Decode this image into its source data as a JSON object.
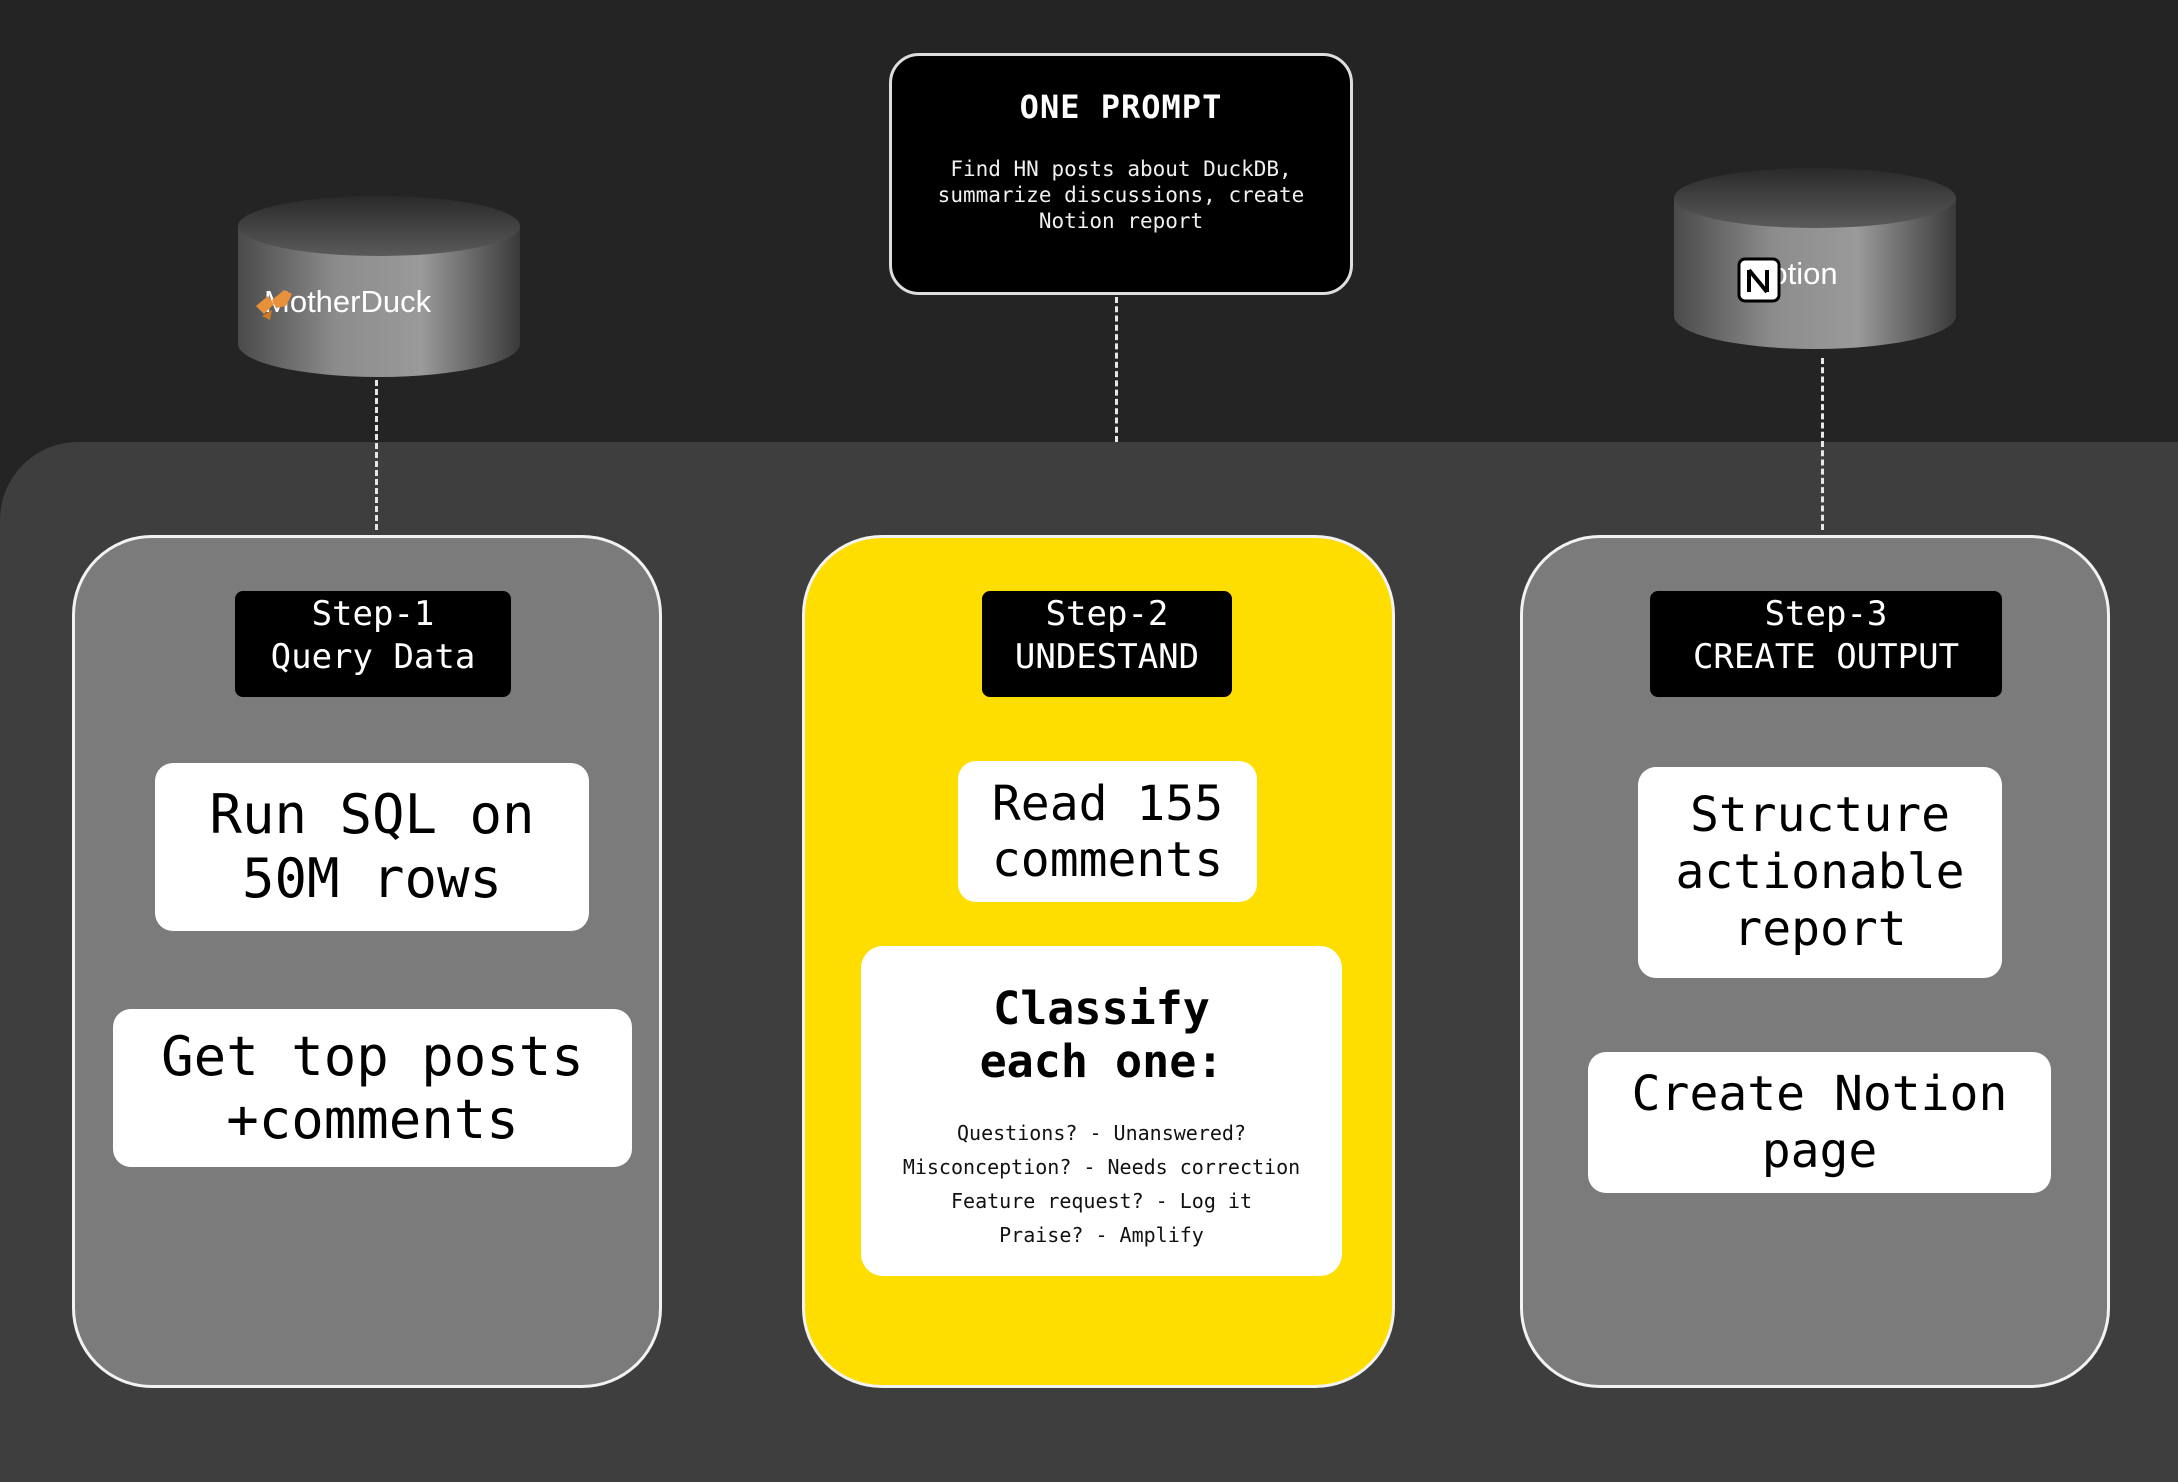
{
  "prompt": {
    "title": "ONE PROMPT",
    "text": "Find HN posts about DuckDB, summarize discussions, create Notion report"
  },
  "sources": {
    "motherduck": {
      "label": "MotherDuck",
      "icon": "motherduck-logo-icon",
      "accent": "#e8913a"
    },
    "notion": {
      "label": "Notion",
      "icon": "notion-logo-icon"
    }
  },
  "steps": [
    {
      "label": "Step-1\nQuery Data",
      "boxes": [
        "Run SQL on\n50M rows",
        "Get top posts\n+comments"
      ]
    },
    {
      "label": "Step-2\nUNDESTAND",
      "box": "Read 155\ncomments",
      "classify": {
        "title": "Classify\neach one:",
        "items": [
          "Questions? - Unanswered?",
          "Misconception? - Needs correction",
          "Feature request? - Log it",
          "Praise? - Amplify"
        ]
      }
    },
    {
      "label": "Step-3\nCREATE OUTPUT",
      "boxes": [
        "Structure\nactionable\nreport",
        "Create Notion\npage"
      ]
    }
  ],
  "colors": {
    "background": "#242424",
    "panel": "#3e3e3e",
    "card_gray": "#7b7b7b",
    "card_highlight": "#fedd00"
  }
}
